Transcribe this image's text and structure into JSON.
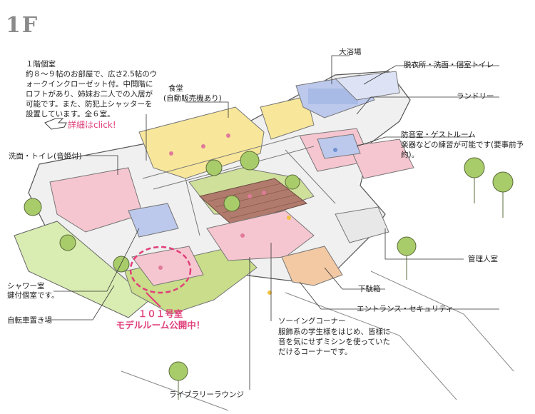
{
  "floor_label": "1F",
  "labels": {
    "room1_title": "１階個室",
    "room1_body": "約８～９帖のお部屋で、広さ2.5帖のウォークインクローゼット付。中間階にロフトがあり、姉妹お二人での入居が可能です。また、防犯上シャッターを設置しています。全６室。",
    "detail_link": "詳細はclick!",
    "dining_title": "食堂",
    "dining_sub": "(自動販売機あり)",
    "bath": "大浴場",
    "dressing": "脱衣所・洗面・個室トイレ",
    "laundry": "ランドリー",
    "soundproof_title": "防音室・ゲストルーム",
    "soundproof_body": "楽器などの練習が可能です(要事前予約)。",
    "washroom": "洗面・トイレ(音姫付)",
    "manager": "管理人室",
    "shoebox": "下駄箱",
    "entrance": "エントランス・セキュリティ",
    "sewing_title": "ソーイングコーナー",
    "sewing_body": "服飾系の学生様をはじめ、皆様に音を気にせずミシンを使っていただけるコーナーです。",
    "shower_title": "シャワー室",
    "shower_sub": "鍵付個室です。",
    "bicycle": "自転車置き場",
    "library": "ライブラリーラウンジ",
    "model_line1": "１０１号室",
    "model_line2": "モデルルーム公開中！"
  },
  "colors": {
    "pink_room": "#f6c6d0",
    "yellow_room": "#f8e79a",
    "blue_room": "#bcc9ec",
    "deck": "#b07a6c",
    "lawn": "#c9dd8a",
    "orange_room": "#f3c9a4",
    "wall": "#ededed",
    "accent": "#e0407a"
  }
}
